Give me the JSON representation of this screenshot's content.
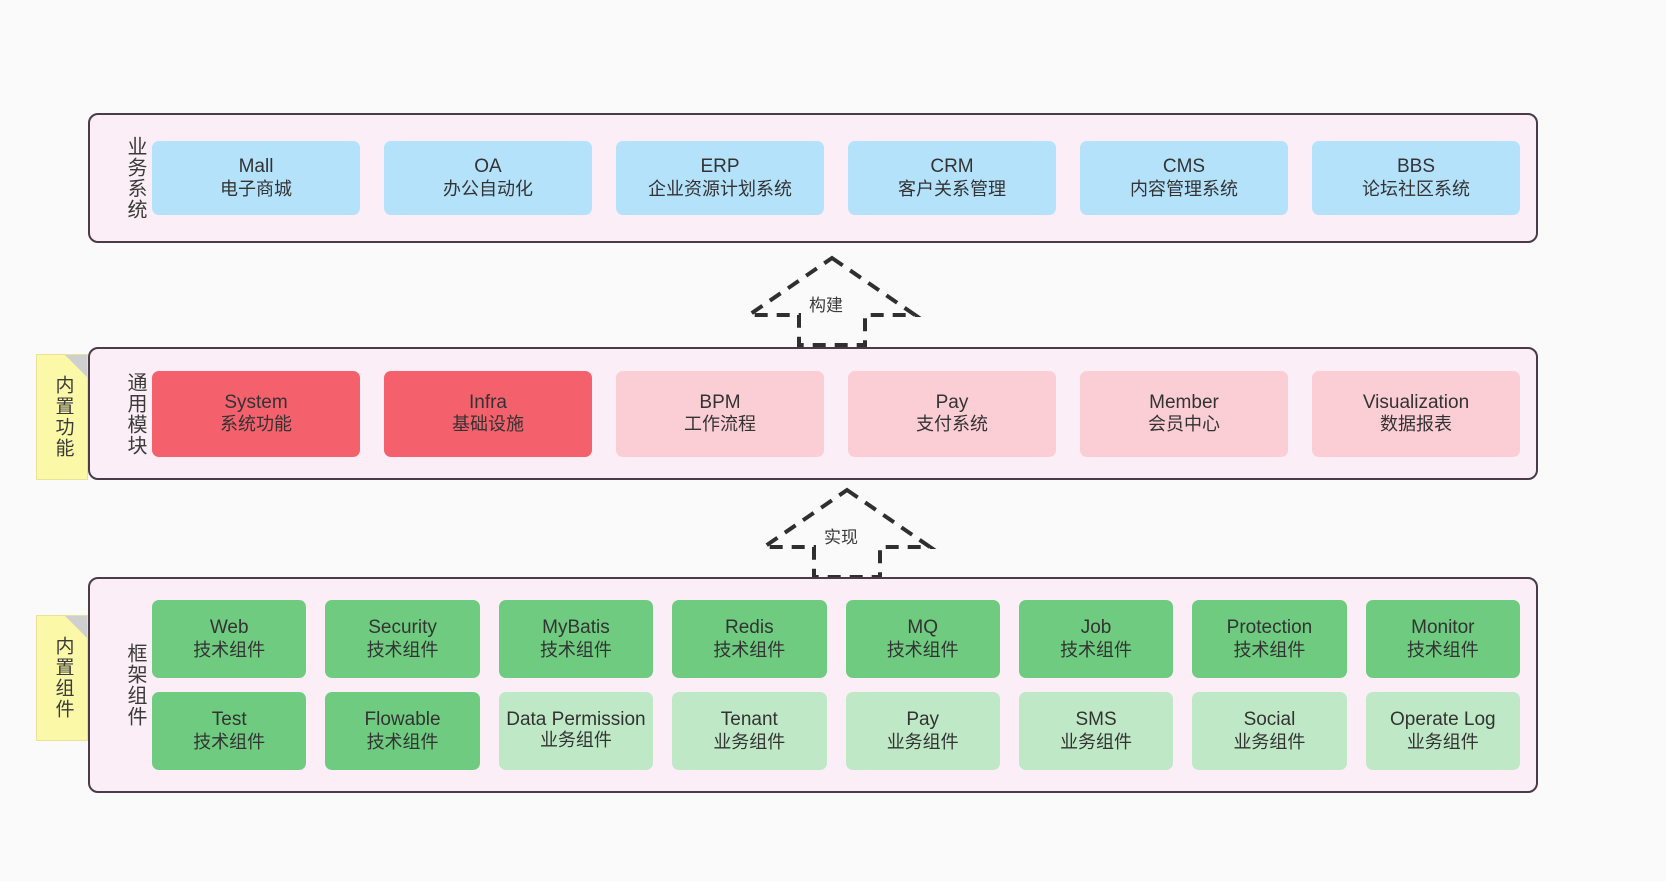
{
  "layers": [
    {
      "key": "business",
      "title": "业务系统",
      "cards": [
        {
          "name": "Mall",
          "sub": "电子商城",
          "style": "blue"
        },
        {
          "name": "OA",
          "sub": "办公自动化",
          "style": "blue"
        },
        {
          "name": "ERP",
          "sub": "企业资源计划系统",
          "style": "blue"
        },
        {
          "name": "CRM",
          "sub": "客户关系管理",
          "style": "blue"
        },
        {
          "name": "CMS",
          "sub": "内容管理系统",
          "style": "blue"
        },
        {
          "name": "BBS",
          "sub": "论坛社区系统",
          "style": "blue"
        }
      ]
    },
    {
      "key": "common",
      "title": "通用模块",
      "cards": [
        {
          "name": "System",
          "sub": "系统功能",
          "style": "redhot"
        },
        {
          "name": "Infra",
          "sub": "基础设施",
          "style": "redhot"
        },
        {
          "name": "BPM",
          "sub": "工作流程",
          "style": "pink"
        },
        {
          "name": "Pay",
          "sub": "支付系统",
          "style": "pink"
        },
        {
          "name": "Member",
          "sub": "会员中心",
          "style": "pink"
        },
        {
          "name": "Visualization",
          "sub": "数据报表",
          "style": "pink"
        }
      ]
    },
    {
      "key": "framework",
      "title": "框架组件",
      "rows": [
        [
          {
            "name": "Web",
            "sub": "技术组件",
            "style": "green"
          },
          {
            "name": "Security",
            "sub": "技术组件",
            "style": "green"
          },
          {
            "name": "MyBatis",
            "sub": "技术组件",
            "style": "green"
          },
          {
            "name": "Redis",
            "sub": "技术组件",
            "style": "green"
          },
          {
            "name": "MQ",
            "sub": "技术组件",
            "style": "green"
          },
          {
            "name": "Job",
            "sub": "技术组件",
            "style": "green"
          },
          {
            "name": "Protection",
            "sub": "技术组件",
            "style": "green"
          },
          {
            "name": "Monitor",
            "sub": "技术组件",
            "style": "green"
          }
        ],
        [
          {
            "name": "Test",
            "sub": "技术组件",
            "style": "green"
          },
          {
            "name": "Flowable",
            "sub": "技术组件",
            "style": "green"
          },
          {
            "name": "Data Permission",
            "sub": "业务组件",
            "style": "lgreen"
          },
          {
            "name": "Tenant",
            "sub": "业务组件",
            "style": "lgreen"
          },
          {
            "name": "Pay",
            "sub": "业务组件",
            "style": "lgreen"
          },
          {
            "name": "SMS",
            "sub": "业务组件",
            "style": "lgreen"
          },
          {
            "name": "Social",
            "sub": "业务组件",
            "style": "lgreen"
          },
          {
            "name": "Operate Log",
            "sub": "业务组件",
            "style": "lgreen"
          }
        ]
      ]
    }
  ],
  "stickies": [
    {
      "key": "common",
      "text": "内置功能"
    },
    {
      "key": "framework",
      "text": "内置组件"
    }
  ],
  "arrows": [
    {
      "key": "build",
      "label": "构建"
    },
    {
      "key": "impl",
      "label": "实现"
    }
  ],
  "colors": {
    "canvas_bg": "#fafafa",
    "layer_bg": "#fbeef7",
    "layer_border": "#4a3b46",
    "blue": "#b5e2fb",
    "red_hot": "#f4606c",
    "pink": "#fbcdd4",
    "green": "#6ecb7f",
    "light_green": "#bfe8c6",
    "sticky_yellow": "#fbf8a8",
    "sticky_fold": "#cfcfcf",
    "text": "#333333"
  }
}
